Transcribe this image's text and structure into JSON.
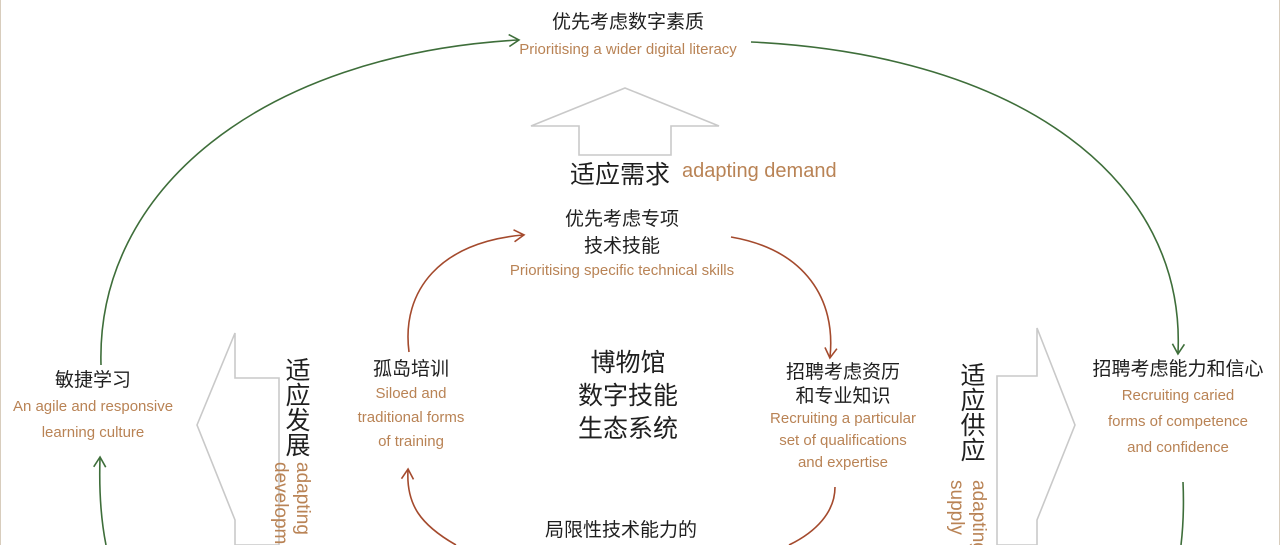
{
  "colors": {
    "outer_arrow": "#3e6e3a",
    "inner_arrow": "#a44a2d",
    "block_arrow": "#c9c9c9",
    "english_text": "#b98355",
    "chinese_text": "#1f1f1f"
  },
  "top": {
    "zh": "优先考虑数字素质",
    "en": "Prioritising a wider digital literacy"
  },
  "demand": {
    "zh": "适应需求",
    "en": "adapting demand"
  },
  "specific": {
    "zh_line1": "优先考虑专项",
    "zh_line2": "技术技能",
    "en": "Prioritising specific technical skills"
  },
  "center": {
    "line1": "博物馆",
    "line2": "数字技能",
    "line3": "生态系统"
  },
  "siloed": {
    "zh": "孤岛培训",
    "en_line1": "Siloed and",
    "en_line2": "traditional forms",
    "en_line3": "of training"
  },
  "recruiting_particular": {
    "zh_line1": "招聘考虑资历",
    "zh_line2": "和专业知识",
    "en_line1": "Recruiting a particular",
    "en_line2": "set of qualifications",
    "en_line3": "and expertise"
  },
  "agile": {
    "zh": "敏捷学习",
    "en_line1": "An agile and responsive",
    "en_line2": "learning culture"
  },
  "recruiting_caried": {
    "zh": "招聘考虑能力和信心",
    "en_line1": "Recruiting caried",
    "en_line2": "forms of competence",
    "en_line3": "and confidence"
  },
  "development": {
    "zh": "适应发展",
    "en_line1": "adapting",
    "en_line2": "development"
  },
  "supply": {
    "zh": "适应供应",
    "en_line1": "adapting",
    "en_line2": "supply"
  },
  "bottom": {
    "zh": "局限性技术能力的"
  }
}
